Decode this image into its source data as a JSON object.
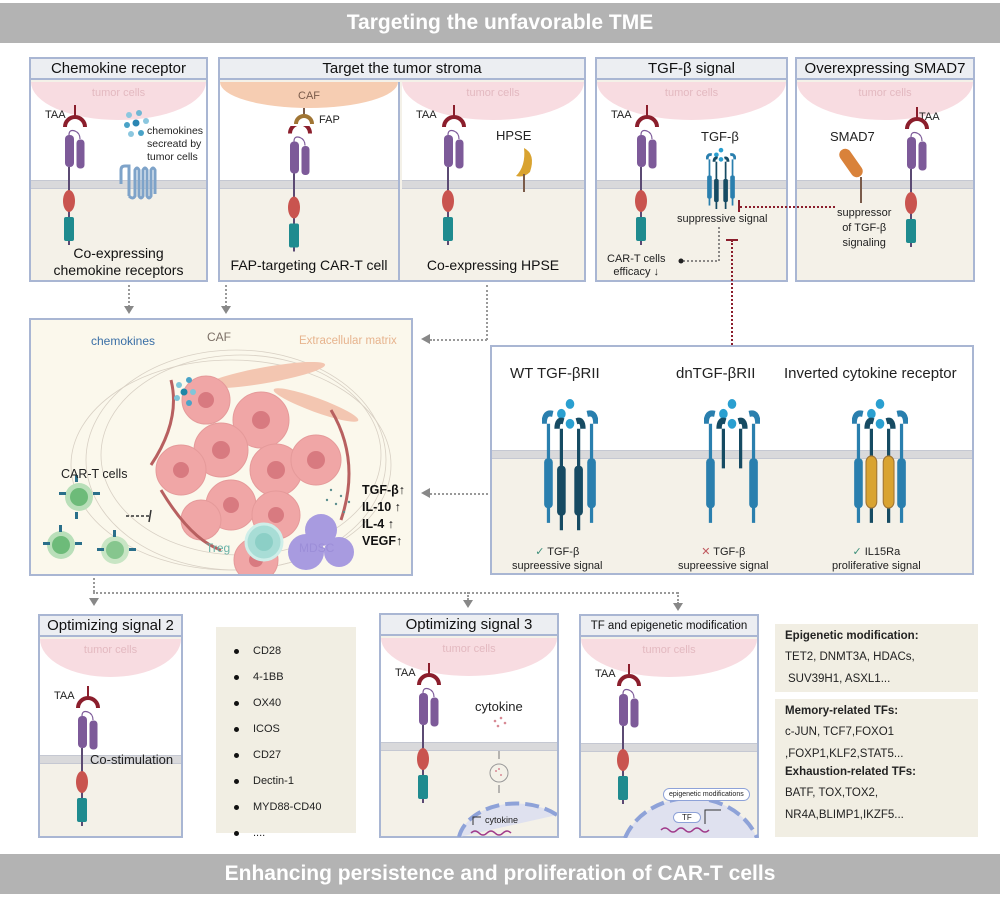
{
  "top_banner": "Targeting the unfavorable TME",
  "bottom_banner": "Enhancing persistence and proliferation of CAR-T cells",
  "common": {
    "tumor_cells": "tumor cells",
    "taa": "TAA",
    "caf": "CAF"
  },
  "panels": {
    "chemokine": {
      "title": "Chemokine receptor",
      "note": "chemokines secreatd by tumor cells",
      "caption_line1": "Co-expressing",
      "caption_line2": "chemokine receptors"
    },
    "stroma": {
      "title": "Target the tumor stroma",
      "fap": "FAP",
      "fap_caption": "FAP-targeting CAR-T cell",
      "hpse": "HPSE",
      "hpse_caption": "Co-expressing HPSE"
    },
    "tgfb": {
      "title": "TGF-β signal",
      "ligand": "TGF-β",
      "suppressive": "suppressive signal",
      "efficacy_line1": "CAR-T cells",
      "efficacy_line2": "efficacy ↓"
    },
    "smad7": {
      "title": "Overexpressing SMAD7",
      "smad7": "SMAD7",
      "suppressor_line1": "suppressor",
      "suppressor_line2": "of TGF-β",
      "suppressor_line3": "signaling"
    }
  },
  "tme": {
    "chemokines": "chemokines",
    "caf": "CAF",
    "ecm": "Extracellular matrix",
    "car_t": "CAR-T cells",
    "treg": "Treg",
    "mdsc": "MDSC",
    "factors": [
      "TGF-β↑",
      "IL-10 ↑",
      "IL-4 ↑",
      "VEGF↑"
    ]
  },
  "receptors": {
    "wt": {
      "title": "WT TGF-βRII",
      "mark": "✓",
      "line1": "TGF-β",
      "line2": "supreessive signal"
    },
    "dn": {
      "title": "dnTGF-βRII",
      "mark": "✕",
      "line1": "TGF-β",
      "line2": "supreessive signal"
    },
    "inv": {
      "title": "Inverted cytokine receptor",
      "mark": "✓",
      "line1": "IL15Ra",
      "line2": "proliferative signal"
    }
  },
  "signal2": {
    "title": "Optimizing signal 2",
    "costim": "Co-stimulation"
  },
  "costim_list": [
    "CD28",
    "4-1BB",
    "OX40",
    "ICOS",
    "CD27",
    "Dectin-1",
    "MYD88-CD40",
    "...."
  ],
  "signal3": {
    "title": "Optimizing signal 3",
    "cytokine": "cytokine",
    "gene": "cytokine"
  },
  "tf_panel": {
    "title": "TF and epigenetic modification",
    "epi": "epigenetic modifications",
    "tf": "TF"
  },
  "tf_info": {
    "epi_header": "Epigenetic modification:",
    "epi_lines": [
      "TET2, DNMT3A, HDACs,",
      "SUV39H1, ASXL1..."
    ],
    "mem_header": "Memory-related TFs:",
    "mem_lines": [
      "c-JUN, TCF7,FOXO1",
      ",FOXP1,KLF2,STAT5..."
    ],
    "exh_header": "Exhaustion-related TFs:",
    "exh_lines": [
      "BATF, TOX,TOX2,",
      "NR4A,BLIMP1,IKZF5..."
    ]
  },
  "colors": {
    "membrane": "#d9d9db",
    "panel_border": "#a9b6d3",
    "cytoplasm": "#f4f1e8",
    "tumor": "#f8dce1",
    "car_scfv": "#7d5a99",
    "car_costim": "#c9544f",
    "car_cd3z": "#1f8b8f",
    "taa": "#8b1e2c",
    "receptor": "#2a7fae",
    "receptor_dark": "#164b63"
  }
}
